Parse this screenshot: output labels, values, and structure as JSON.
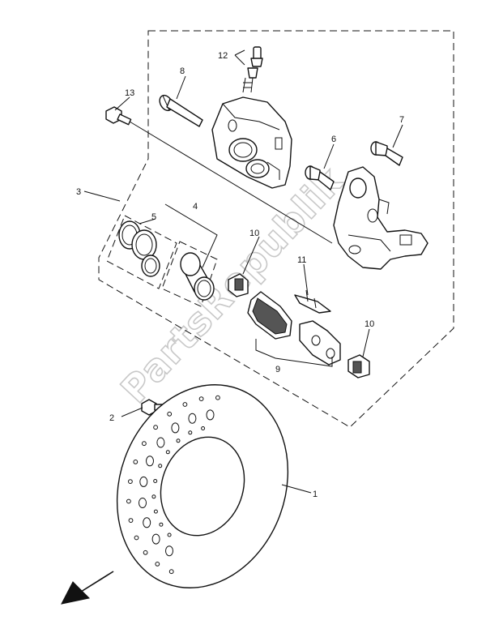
{
  "watermark": "PartsRepublik",
  "callouts": {
    "c1": "1",
    "c2": "2",
    "c3": "3",
    "c4": "4",
    "c5": "5",
    "c6": "6",
    "c7": "7",
    "c8": "8",
    "c9": "9",
    "c10a": "10",
    "c10b": "10",
    "c11": "11",
    "c12": "12",
    "c13": "13"
  },
  "parts": [
    {
      "number": "1",
      "component": "brake-disc"
    },
    {
      "number": "2",
      "component": "disc-bolt"
    },
    {
      "number": "3",
      "component": "caliper-assembly"
    },
    {
      "number": "4",
      "component": "piston"
    },
    {
      "number": "5",
      "component": "piston-seal-kit"
    },
    {
      "number": "6",
      "component": "pin"
    },
    {
      "number": "7",
      "component": "pin"
    },
    {
      "number": "8",
      "component": "caliper-bolt"
    },
    {
      "number": "9",
      "component": "brake-pad-kit"
    },
    {
      "number": "10",
      "component": "pad-support"
    },
    {
      "number": "11",
      "component": "pad-spring"
    },
    {
      "number": "12",
      "component": "bleed-screw"
    },
    {
      "number": "13",
      "component": "bolt"
    }
  ],
  "icons": {
    "direction_arrow": "arrow-down-left-icon"
  },
  "colors": {
    "line": "#111111",
    "watermark": "#c8c8c8",
    "background": "#ffffff"
  }
}
